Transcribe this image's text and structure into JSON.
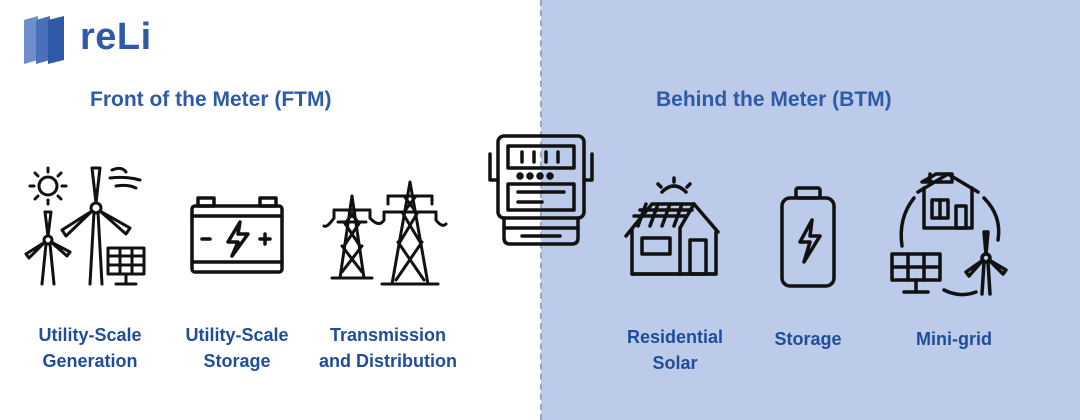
{
  "brand": {
    "name": "reLi",
    "color": "#2f5aa8"
  },
  "colors": {
    "btm_background": "#bccbe9",
    "text_blue": "#2f5aa8",
    "label_blue": "#1f4d98",
    "icon_stroke": "#111111"
  },
  "ftm": {
    "title": "Front of the Meter (FTM)",
    "items": [
      {
        "label": "Utility-Scale\nGeneration",
        "icon": "sun-wind-solar-icon"
      },
      {
        "label": "Utility-Scale\nStorage",
        "icon": "battery-icon"
      },
      {
        "label": "Transmission\nand Distribution",
        "icon": "power-tower-icon"
      }
    ]
  },
  "meter": {
    "icon": "electric-meter-icon"
  },
  "btm": {
    "title": "Behind the Meter (BTM)",
    "items": [
      {
        "label": "Residential\nSolar",
        "icon": "solar-house-icon"
      },
      {
        "label": "Storage",
        "icon": "phone-battery-icon"
      },
      {
        "label": "Mini-grid",
        "icon": "mini-grid-icon"
      }
    ]
  }
}
